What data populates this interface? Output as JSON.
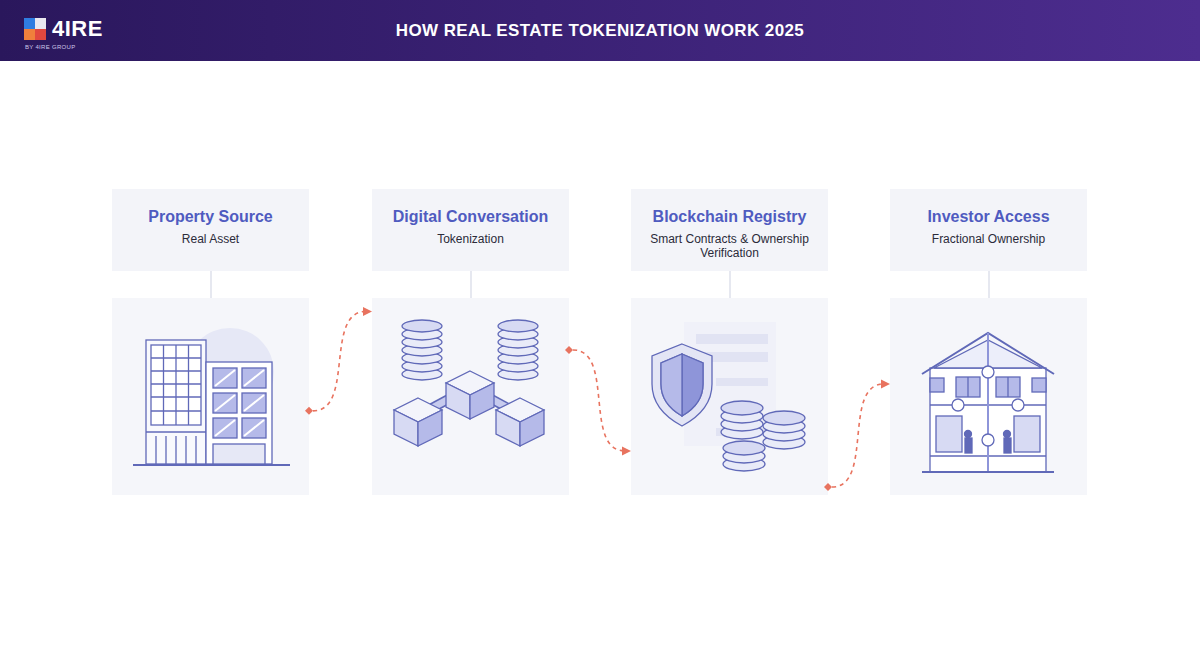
{
  "diagram": {
    "title": "HOW REAL ESTATE TOKENIZATION WORK 2025",
    "nodes": [
      {
        "text": [
          "Property Source",
          "Real Asset"
        ]
      },
      {
        "text": [
          "Digital Conversation",
          "Tokenization"
        ]
      },
      {
        "text": [
          "Blockchain Registry",
          "Smart Contracts & Ownership Verification"
        ]
      },
      {
        "text": [
          "Investor Access",
          "Fractional Ownership"
        ]
      }
    ],
    "edges": [
      {
        "from": 0,
        "to": 1,
        "arrow": "to"
      },
      {
        "from": 1,
        "to": 2,
        "arrow": "to"
      },
      {
        "from": 2,
        "to": 3,
        "arrow": "to"
      }
    ],
    "labels": [
      "4IRE",
      "BY 4IRE GROUP"
    ]
  }
}
